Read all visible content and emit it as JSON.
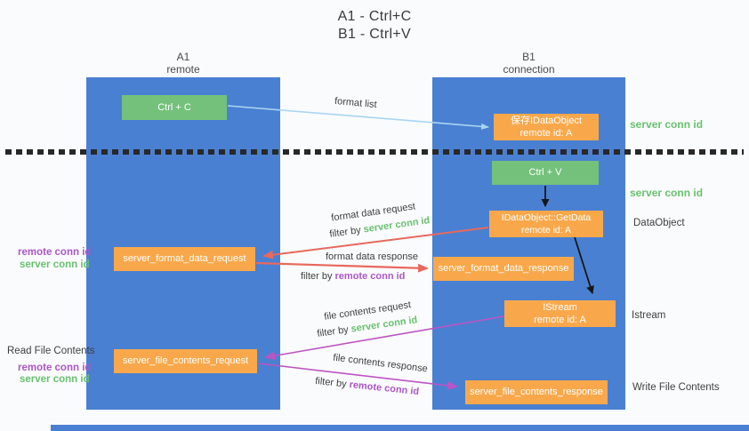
{
  "title": {
    "line1": "A1 - Ctrl+C",
    "line2": "B1 - Ctrl+V"
  },
  "lanes": {
    "a1": {
      "name": "A1",
      "subtitle": "remote"
    },
    "b1": {
      "name": "B1",
      "subtitle": "connection"
    }
  },
  "nodes": {
    "ctrl_c": {
      "label": "Ctrl + C"
    },
    "ctrl_v": {
      "label": "Ctrl + V"
    },
    "save_dataobject": {
      "line1": "保存IDataObject",
      "line2": "remote id: A"
    },
    "getdata": {
      "line1": "IDataObject::GetData",
      "line2": "remote id: A"
    },
    "istream": {
      "line1": "IStream",
      "line2": "remote id: A"
    },
    "server_format_data_request": {
      "label": "server_format_data_request"
    },
    "server_format_data_response": {
      "label": "server_format_data_response"
    },
    "server_file_contents_request": {
      "label": "server_file_contents_request"
    },
    "server_file_contents_response": {
      "label": "server_file_contents_response"
    }
  },
  "arrow_labels": {
    "format_list": "format list",
    "format_data_request": "format data request",
    "format_data_response": "format data response",
    "file_contents_request": "file contents request",
    "file_contents_response": "file contents response",
    "filter_by": "filter by",
    "server_conn_id": "server conn id",
    "remote_conn_id": "remote conn id"
  },
  "side_labels": {
    "server_conn_id": "server conn id",
    "remote_conn_id": "remote conn id",
    "dataobject": "DataObject",
    "istream": "Istream",
    "read_file_contents": "Read File Contents",
    "write_file_contents": "Write File Contents"
  },
  "colors": {
    "lane_blue": "#4a80d2",
    "node_green": "#74c17b",
    "node_orange": "#f8a84b",
    "arrow_red": "#e8695d",
    "arrow_magenta": "#bc54c4",
    "arrow_lightblue": "#a9d5f2",
    "arrow_black": "#161616",
    "text_green": "#68c06e",
    "text_purple": "#ab57c5"
  }
}
